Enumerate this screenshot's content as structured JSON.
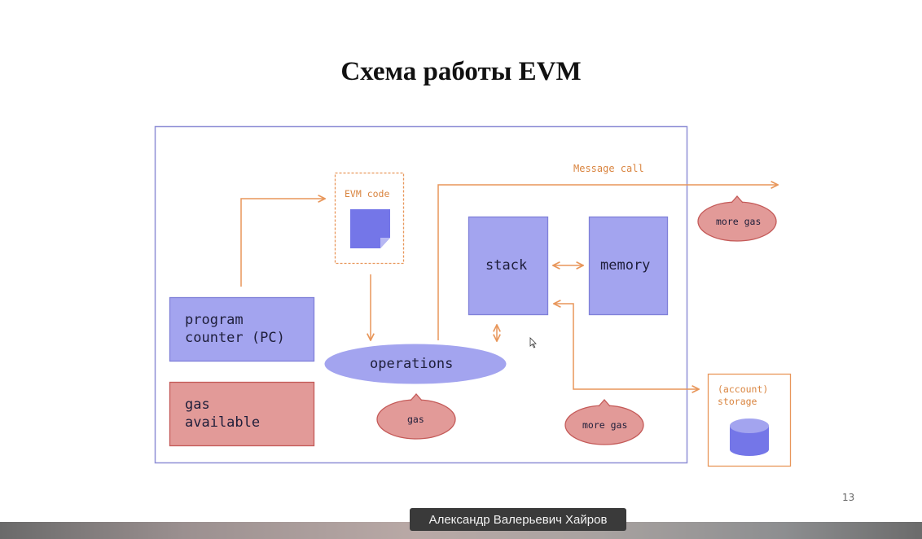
{
  "slide": {
    "title": "Схема работы EVM",
    "page_number": "13"
  },
  "diagram": {
    "message_call": "Message call",
    "evm_code": "EVM code",
    "stack": "stack",
    "memory": "memory",
    "program_counter_line1": "program",
    "program_counter_line2": "counter (PC)",
    "gas_available_line1": "gas",
    "gas_available_line2": "available",
    "operations": "operations",
    "gas_bubble": "gas",
    "more_gas_top": "more gas",
    "more_gas_bottom": "more gas",
    "storage_line1": "(account)",
    "storage_line2": "storage"
  },
  "presenter": {
    "name": "Александр Валерьевич Хайров"
  },
  "colors": {
    "frame": "#8f8fd6",
    "purple_box": "#a3a4ef",
    "purple_border": "#7f80d8",
    "red_box": "#e29a98",
    "red_border": "#c45a58",
    "orange": "#e8965a",
    "evm_code_doc": "#7476e8"
  },
  "icons": {
    "evm_code_document": "document-icon",
    "storage_cylinder": "database-icon",
    "cursor": "mouse-pointer-icon"
  }
}
